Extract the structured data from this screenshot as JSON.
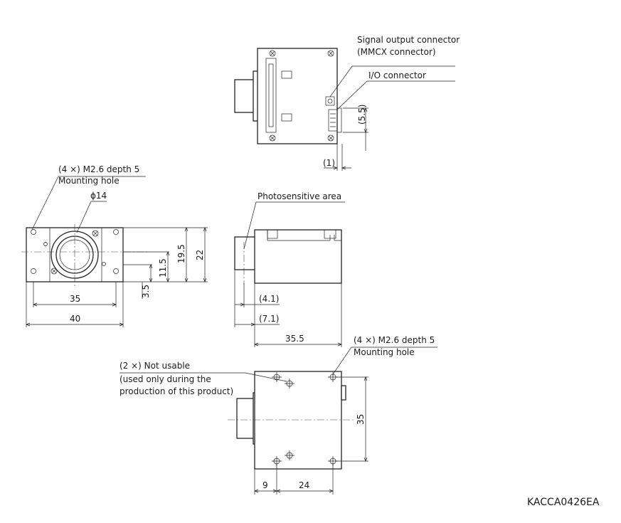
{
  "labels": {
    "signal_output_connector": "Signal output connector",
    "mmcx_connector": "(MMCX connector)",
    "io_connector": "I/O connector",
    "mounting_hole_spec": "(4 ×) M2.6 depth 5",
    "mounting_hole": "Mounting hole",
    "diameter": "ϕ14",
    "photosensitive_area": "Photosensitive area",
    "not_usable": "(2 ×) Not usable",
    "used_only_during": "(used only during the",
    "production_of_product": "production of this product)",
    "drawing_code": "KACCA0426EA"
  },
  "dimensions": {
    "d_5_5": "(5.5)",
    "d_1": "(1)",
    "d_19_5": "19.5",
    "d_22": "22",
    "d_11_5": "11.5",
    "d_3_5": "3.5",
    "d_35_front": "35",
    "d_40": "40",
    "d_4_1": "(4.1)",
    "d_7_1": "(7.1)",
    "d_35_5": "35.5",
    "d_35_side": "35",
    "d_9": "9",
    "d_24": "24"
  }
}
